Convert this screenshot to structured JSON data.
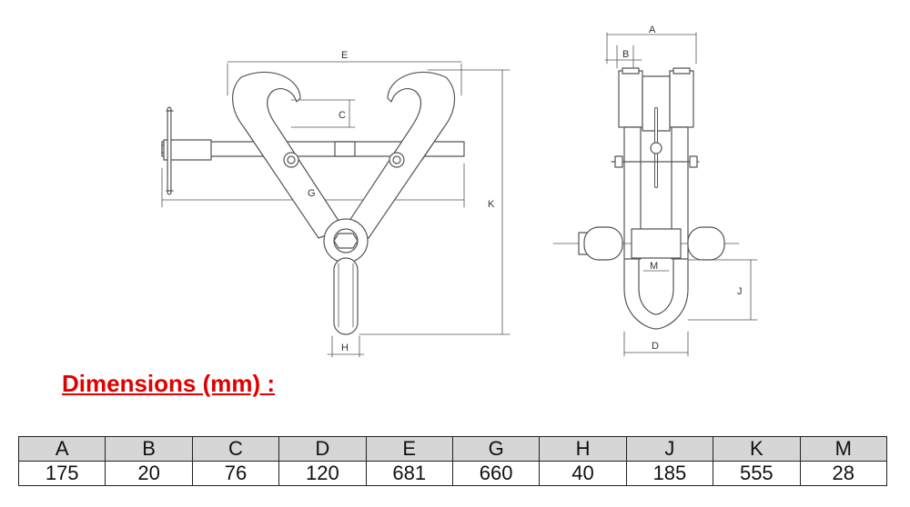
{
  "heading": "Dimensions (mm) :",
  "colors": {
    "heading": "#e00000",
    "header_bg": "#d6d6d6",
    "line": "#555555"
  },
  "labels": {
    "A": "A",
    "B": "B",
    "C": "C",
    "D": "D",
    "E": "E",
    "G": "G",
    "H": "H",
    "J": "J",
    "K": "K",
    "M": "M"
  },
  "table": {
    "headers": [
      "A",
      "B",
      "C",
      "D",
      "E",
      "G",
      "H",
      "J",
      "K",
      "M"
    ],
    "values": [
      "175",
      "20",
      "76",
      "120",
      "681",
      "660",
      "40",
      "185",
      "555",
      "28"
    ]
  }
}
